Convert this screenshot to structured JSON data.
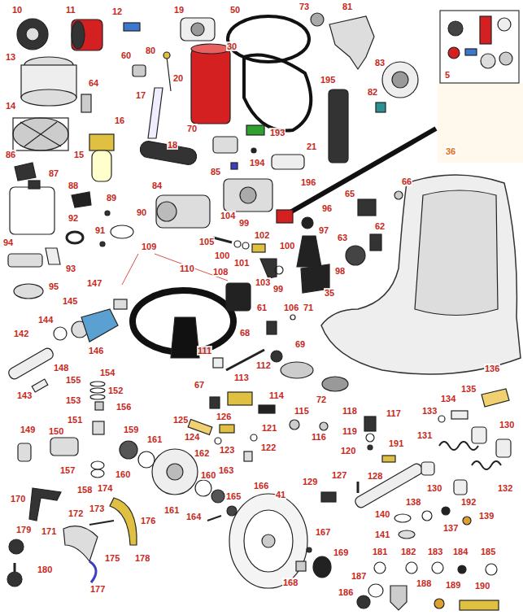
{
  "diagram": {
    "labels": [
      "10",
      "11",
      "12",
      "19",
      "50",
      "73",
      "81",
      "13",
      "60",
      "80",
      "64",
      "30",
      "20",
      "83",
      "195",
      "82",
      "5",
      "17",
      "14",
      "16",
      "70",
      "193",
      "36",
      "18",
      "21",
      "15",
      "86",
      "194",
      "85",
      "87",
      "88",
      "196",
      "84",
      "66",
      "65",
      "89",
      "90",
      "92",
      "104",
      "99",
      "62",
      "96",
      "91",
      "97",
      "94",
      "105",
      "102",
      "63",
      "109",
      "100",
      "100",
      "93",
      "110",
      "101",
      "98",
      "108",
      "95",
      "147",
      "103",
      "99",
      "35",
      "145",
      "61",
      "106",
      "71",
      "144",
      "142",
      "68",
      "146",
      "69",
      "111",
      "148",
      "112",
      "154",
      "155",
      "113",
      "152",
      "143",
      "153",
      "67",
      "72",
      "136",
      "114",
      "156",
      "115",
      "117",
      "133",
      "134",
      "135",
      "118",
      "125",
      "126",
      "151",
      "121",
      "130",
      "149",
      "150",
      "159",
      "161",
      "116",
      "119",
      "131",
      "191",
      "124",
      "123",
      "122",
      "162",
      "120",
      "157",
      "160",
      "160",
      "163",
      "127",
      "128",
      "129",
      "130",
      "132",
      "158",
      "174",
      "166",
      "170",
      "41",
      "165",
      "192",
      "138",
      "173",
      "161",
      "172",
      "164",
      "176",
      "140",
      "137",
      "139",
      "179",
      "171",
      "175",
      "167",
      "141",
      "178",
      "181",
      "182",
      "183",
      "184",
      "185",
      "169",
      "180",
      "168",
      "187",
      "186",
      "188",
      "189",
      "190",
      "177"
    ]
  }
}
